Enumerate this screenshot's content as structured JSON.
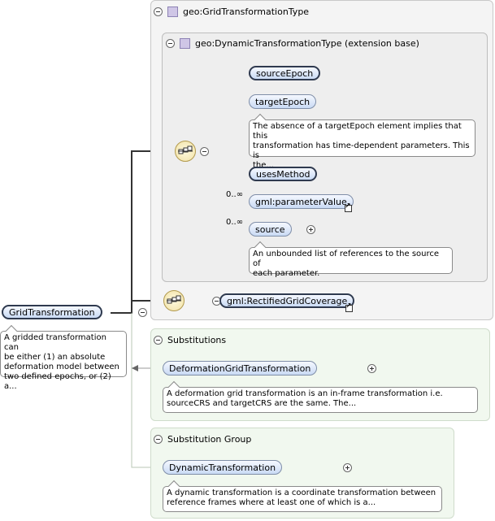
{
  "panels": {
    "grid_type_header": "geo:GridTransformationType",
    "dynamic_type_header": "geo:DynamicTransformationType (extension base)",
    "substitutions_header": "Substitutions",
    "substitution_group_header": "Substitution Group"
  },
  "root": {
    "name": "GridTransformation",
    "doc": [
      "A gridded transformation can",
      "be either (1) an absolute",
      "deformation model between",
      "two defined epochs, or (2) a..."
    ]
  },
  "elements": {
    "source_epoch": "sourceEpoch",
    "target_epoch": "targetEpoch",
    "target_epoch_doc": [
      "The absence of a targetEpoch element implies that this",
      "transformation has time-dependent parameters. This is",
      "the..."
    ],
    "uses_method": "usesMethod",
    "parameter_value": "gml:parameterValue",
    "parameter_value_occurs": "0..∞",
    "source": "source",
    "source_occurs": "0..∞",
    "source_doc": [
      "An unbounded list of references to the source of",
      "each parameter."
    ],
    "rectified_grid_coverage": "gml:RectifiedGridCoverage"
  },
  "substitutions": {
    "item": "DeformationGridTransformation",
    "item_doc": [
      "A deformation grid transformation is an in-frame transformation i.e.",
      "sourceCRS and targetCRS are the same. The..."
    ]
  },
  "substitution_group": {
    "item": "DynamicTransformation",
    "item_doc": [
      "A dynamic transformation is a coordinate transformation between",
      "reference frames where at least one of which is a..."
    ]
  }
}
